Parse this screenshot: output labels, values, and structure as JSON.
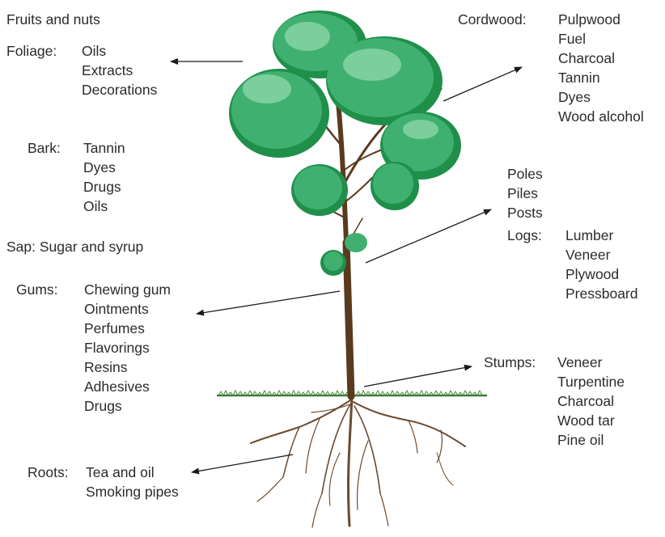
{
  "colors": {
    "foliage_dark": "#1f8f4a",
    "foliage_mid": "#3fb070",
    "foliage_light": "#7ccf9c",
    "trunk": "#5a3a1e",
    "grass": "#3a7a3a",
    "text": "#2b2b2b"
  },
  "labels": {
    "fruits": "Fruits and nuts",
    "foliage": {
      "head": "Foliage:",
      "items": [
        "Oils",
        "Extracts",
        "Decorations"
      ]
    },
    "bark": {
      "head": "Bark:",
      "items": [
        "Tannin",
        "Dyes",
        "Drugs",
        "Oils"
      ]
    },
    "sap": "Sap:  Sugar and syrup",
    "gums": {
      "head": "Gums:",
      "items": [
        "Chewing gum",
        "Ointments",
        "Perfumes",
        "Flavorings",
        "Resins",
        "Adhesives",
        "Drugs"
      ]
    },
    "roots": {
      "head": "Roots:",
      "items": [
        "Tea and oil",
        "Smoking pipes"
      ]
    },
    "cordwood": {
      "head": "Cordwood:",
      "items": [
        "Pulpwood",
        "Fuel",
        "Charcoal",
        "Tannin",
        "Dyes",
        "Wood alcohol"
      ]
    },
    "poles": [
      "Poles",
      "Piles",
      "Posts"
    ],
    "logs": {
      "head": "Logs:",
      "items": [
        "Lumber",
        "Veneer",
        "Plywood",
        "Pressboard"
      ]
    },
    "stumps": {
      "head": "Stumps:",
      "items": [
        "Veneer",
        "Turpentine",
        "Charcoal",
        "Wood tar",
        "Pine oil"
      ]
    }
  }
}
